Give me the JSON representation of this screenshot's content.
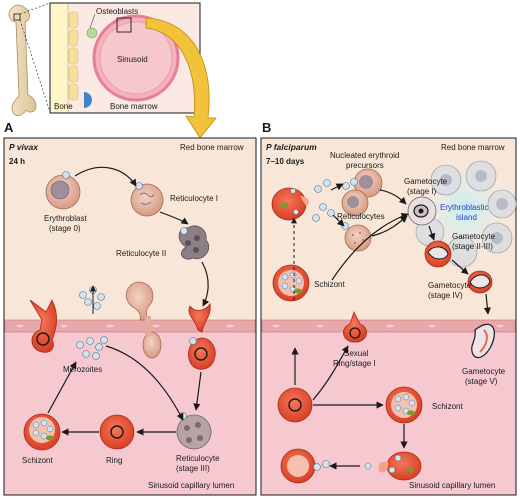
{
  "inset": {
    "osteoblasts": "Osteoblasts",
    "sinusoid": "Sinusoid",
    "bone": "Bone",
    "bone_marrow": "Bone marrow"
  },
  "panel_a": {
    "letter": "A",
    "species": "P vivax",
    "duration": "24 h",
    "region_top": "Red bone marrow",
    "region_bottom": "Sinusoid capillary lumen",
    "labels": {
      "erythroblast_1": "Erythroblast",
      "erythroblast_2": "(stage 0)",
      "reticulocyte_i": "Reticulocyte I",
      "reticulocyte_ii": "Reticulocyte II",
      "merozoites": "Merozoites",
      "schizont": "Schizont",
      "ring": "Ring",
      "reticulocyte_iii_1": "Reticulocyte",
      "reticulocyte_iii_2": "(stage III)"
    }
  },
  "panel_b": {
    "letter": "B",
    "species": "P falciparum",
    "duration": "7–10 days",
    "region_top": "Red bone marrow",
    "region_bottom": "Sinusoid capillary lumen",
    "labels": {
      "nucleated_1": "Nucleated erythroid",
      "nucleated_2": "precursors",
      "reticulocytes": "Reticulocytes",
      "gametocyte_i_1": "Gametocyte",
      "gametocyte_i_2": "(stage I)",
      "island_1": "Erythroblastic",
      "island_2": "island",
      "gametocyte_iii_1": "Gametocyte",
      "gametocyte_iii_2": "(stage II-III)",
      "gametocyte_iv_1": "Gametocyte",
      "gametocyte_iv_2": "(stage IV)",
      "gametocyte_v_1": "Gametocyte",
      "gametocyte_v_2": "(stage V)",
      "schizont_top": "Schizont",
      "sexual_1": "Sexual",
      "sexual_2": "Ring/stage I",
      "schizont_bottom": "Schizont"
    }
  },
  "colors": {
    "marrow": "#f8e7d8",
    "lumen": "#f5c9cf",
    "endothelium": "#e8a7a8",
    "rbc": "#ee5538",
    "precursor": "#e9b9a4",
    "merozoite": "#cfe4f2",
    "island_blue": "#2b3bd0",
    "arrow_gold": "#f2c23a"
  }
}
